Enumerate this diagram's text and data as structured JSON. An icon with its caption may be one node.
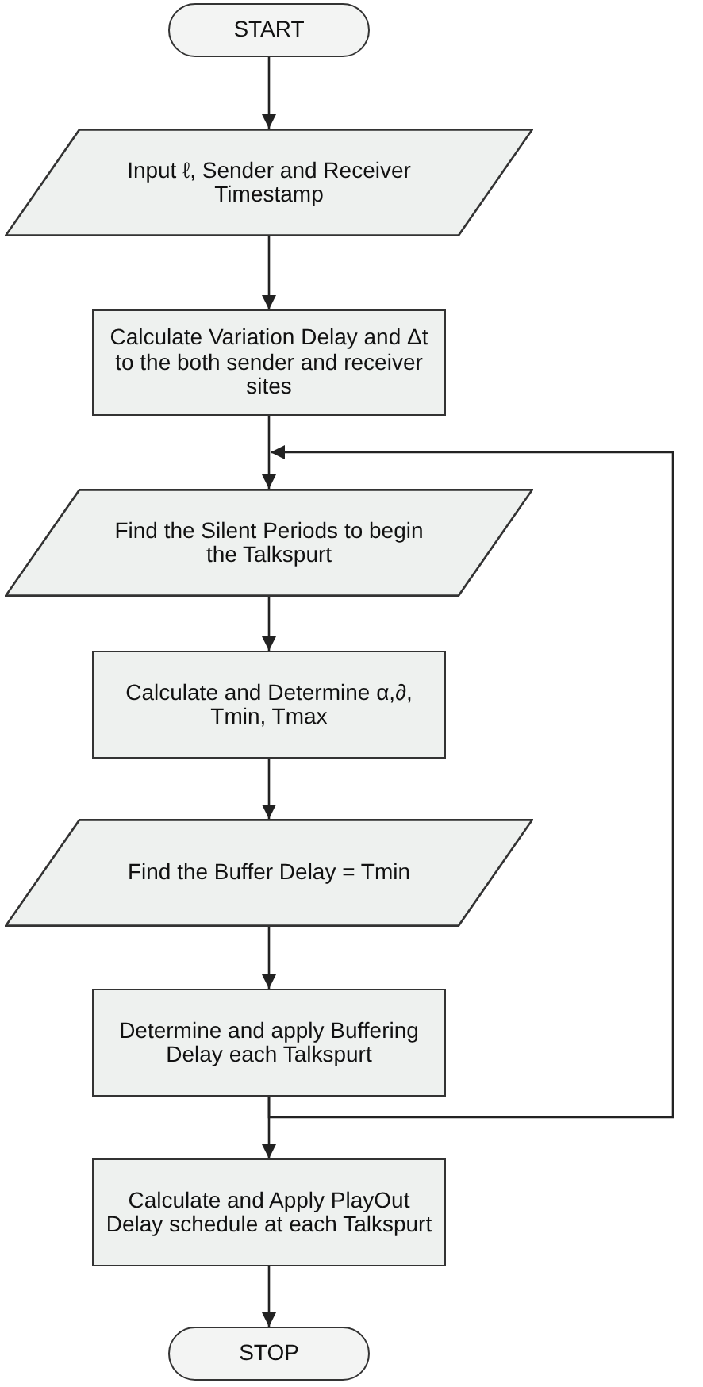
{
  "diagram": {
    "nodes": [
      {
        "text": [
          "START"
        ]
      },
      {
        "text": [
          "Input ℓ, Sender and Receiver Timestamp"
        ]
      },
      {
        "text": [
          "Calculate Variation Delay and Δt to the both sender and receiver sites"
        ]
      },
      {
        "text": [
          "Find the Silent Periods to begin the Talkspurt"
        ]
      },
      {
        "text": [
          "Calculate and Determine α,∂, Tmin, Tmax"
        ]
      },
      {
        "text": [
          "Find the Buffer Delay = Tmin"
        ]
      },
      {
        "text": [
          "Determine and apply Buffering Delay each Talkspurt"
        ]
      },
      {
        "text": [
          "Calculate and Apply PlayOut Delay schedule at each Talkspurt"
        ]
      },
      {
        "text": [
          "STOP"
        ]
      }
    ],
    "edges": [
      {
        "from": 0,
        "to": 1,
        "arrow": "to"
      },
      {
        "from": 1,
        "to": 2,
        "arrow": "to"
      },
      {
        "from": 2,
        "to": 3,
        "arrow": "to"
      },
      {
        "from": 3,
        "to": 4,
        "arrow": "to"
      },
      {
        "from": 4,
        "to": 5,
        "arrow": "to"
      },
      {
        "from": 5,
        "to": 6,
        "arrow": "to"
      },
      {
        "from": 6,
        "to": 7,
        "arrow": "to"
      },
      {
        "from": 6,
        "to": 3,
        "arrow": "to"
      },
      {
        "from": 7,
        "to": 8,
        "arrow": "to"
      }
    ]
  }
}
